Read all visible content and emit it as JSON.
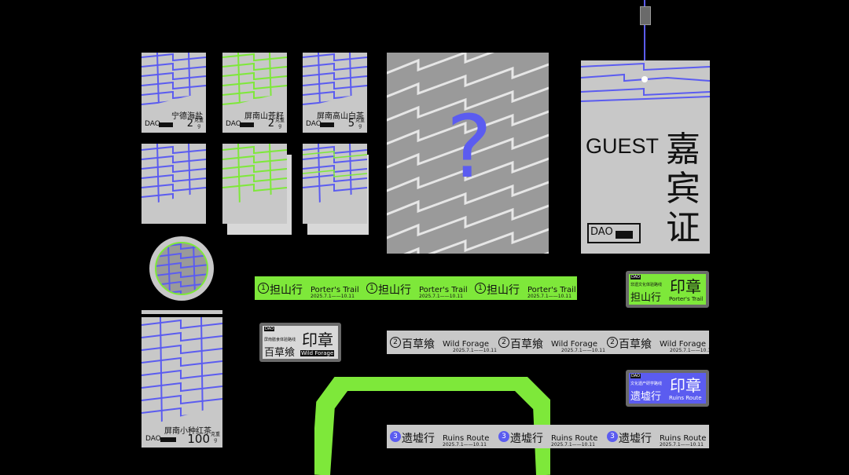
{
  "brand": "DAO",
  "tea_labels": [
    {
      "name": "宁德海盐",
      "qty": "2",
      "unit": "g"
    },
    {
      "name": "屏南山苍籽",
      "qty": "2",
      "unit": "g"
    },
    {
      "name": "屏南高山白茶",
      "qty": "5",
      "unit": "g"
    },
    {
      "name": "屏南小种红茶",
      "qty": "100",
      "unit": "g"
    }
  ],
  "qty_unit_label": "克重",
  "question_mark": "?",
  "guest_badge": {
    "en": "GUEST",
    "zh": [
      "嘉",
      "宾",
      "证"
    ],
    "logo": "DAO"
  },
  "routes": [
    {
      "num": "1",
      "name": "担山行",
      "en": "Porter's Trail",
      "date": "2025.7.1——10.11"
    },
    {
      "num": "2",
      "name": "百草飨",
      "en": "Wild Forage",
      "date": "2025.7.1——10.11"
    },
    {
      "num": "3",
      "name": "遗墟行",
      "en": "Ruins Route",
      "date": "2025.7.1——10.11"
    }
  ],
  "stamps": [
    {
      "sub": "非遗文化体验路线",
      "name": "担山行",
      "title": "印章",
      "en": "Porter's Trail",
      "logo": "DAO"
    },
    {
      "sub": "屏南膳食体验路线",
      "name": "百草飨",
      "title": "印章",
      "en": "Wild Forage",
      "logo": "DAO"
    },
    {
      "sub": "文化遗产研学路线",
      "name": "遗墟行",
      "title": "印章",
      "en": "Ruins Route",
      "logo": "DAO"
    }
  ],
  "colors": {
    "green": "#7ee83a",
    "blue": "#5b5cf0",
    "grey": "#c8c8c8",
    "dark": "#111111",
    "stamp_bg": "#6a6a6a"
  }
}
